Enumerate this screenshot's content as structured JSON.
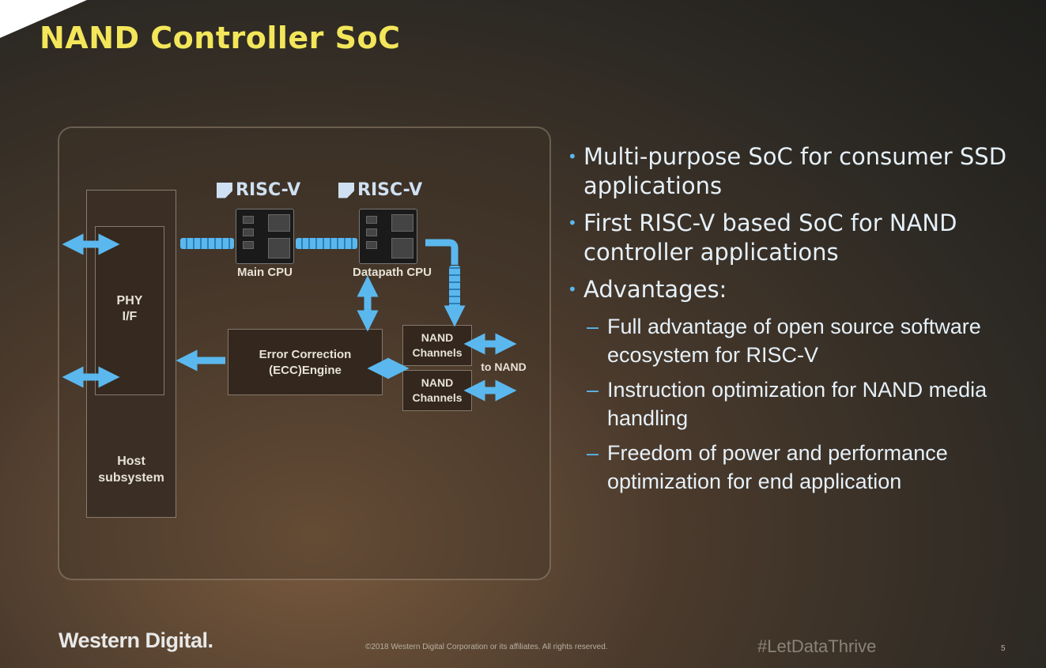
{
  "slide": {
    "title": "NAND Controller SoC",
    "accent_color": "#f3e65a",
    "arrow_color": "#5bb8ee"
  },
  "diagram": {
    "host_block": {
      "label_line1": "Host",
      "label_line2": "subsystem"
    },
    "phy_block": {
      "label_line1": "PHY",
      "label_line2": "I/F"
    },
    "riscv_logo_1": "RISC-V",
    "riscv_logo_2": "RISC-V",
    "main_cpu_label": "Main CPU",
    "datapath_cpu_label": "Datapath CPU",
    "ecc_block": {
      "label_line1": "Error Correction",
      "label_line2": "(ECC)Engine"
    },
    "nand_channel_1": {
      "label_line1": "NAND",
      "label_line2": "Channels"
    },
    "nand_channel_2": {
      "label_line1": "NAND",
      "label_line2": "Channels"
    },
    "to_nand_label": "to NAND"
  },
  "bullets": [
    {
      "text": "Multi-purpose SoC for consumer SSD applications"
    },
    {
      "text": "First RISC-V based SoC for NAND controller applications"
    },
    {
      "text": "Advantages:"
    }
  ],
  "sub_bullets": [
    {
      "text": "Full advantage of open source software ecosystem for RISC-V"
    },
    {
      "text": "Instruction optimization for NAND media handling"
    },
    {
      "text": "Freedom of power and performance optimization for end application"
    }
  ],
  "footer": {
    "logo": "Western Digital.",
    "copyright": "©2018 Western Digital Corporation or its affiliates. All rights reserved.",
    "hashtag": "#LetDataThrive",
    "page_number": "5"
  }
}
